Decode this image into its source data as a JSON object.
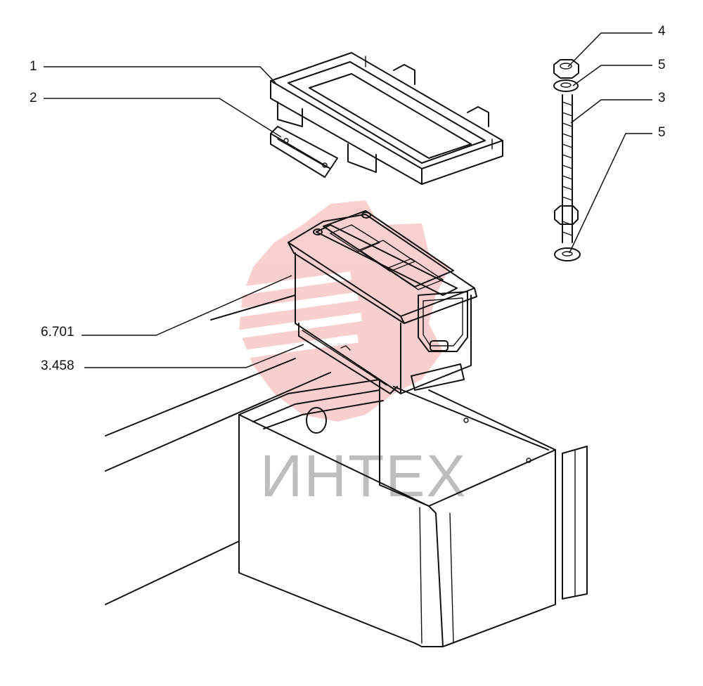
{
  "diagram": {
    "callouts": [
      {
        "id": "1",
        "label": "1"
      },
      {
        "id": "2",
        "label": "2"
      },
      {
        "id": "6701",
        "label": "6.701"
      },
      {
        "id": "3458",
        "label": "3.458"
      },
      {
        "id": "4",
        "label": "4"
      },
      {
        "id": "5a",
        "label": "5"
      },
      {
        "id": "3",
        "label": "3"
      },
      {
        "id": "5b",
        "label": "5"
      }
    ]
  },
  "watermark": {
    "text": "ИНТЕХ",
    "color": "#f4a7a7",
    "text_color": "#bdbdbd"
  },
  "colors": {
    "ink": "#111111",
    "background": "#ffffff"
  }
}
